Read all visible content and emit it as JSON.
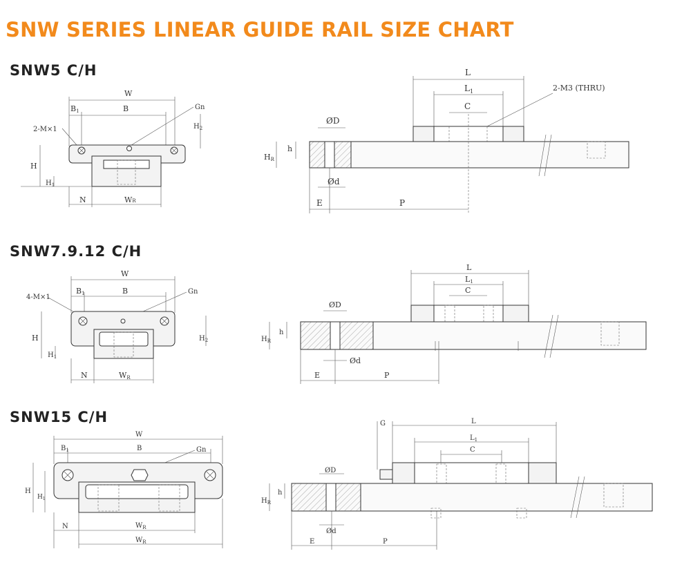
{
  "title": "SNW SERIES LINEAR GUIDE RAIL SIZE CHART",
  "colors": {
    "title": "#f28a1c",
    "line": "#333333"
  },
  "sections": [
    {
      "heading": "SNW5 C/H",
      "front": {
        "W": "W",
        "B": "B",
        "B1": "B",
        "B1_sub": "1",
        "M": "2-M×1",
        "Gn": "Gn",
        "H": "H",
        "H1": "H",
        "H1_sub": "1",
        "H2": "H",
        "H2_sub": "2",
        "N": "N",
        "WR": "W",
        "WR_sub": "R"
      },
      "side": {
        "L": "L",
        "L1": "L",
        "L1_sub": "1",
        "C": "C",
        "M3": "2-M3 (THRU)",
        "D": "ØD",
        "d": "Ød",
        "HR": "H",
        "HR_sub": "R",
        "h": "h",
        "E": "E",
        "P": "P"
      }
    },
    {
      "heading": "SNW7.9.12 C/H",
      "front": {
        "W": "W",
        "B": "B",
        "B1": "B",
        "B1_sub": "1",
        "M": "4-M×1",
        "Gn": "Gn",
        "H": "H",
        "H1": "H",
        "H1_sub": "1",
        "H2": "H",
        "H2_sub": "2",
        "N": "N",
        "WR": "W",
        "WR_sub": "R"
      },
      "side": {
        "L": "L",
        "L1": "L",
        "L1_sub": "1",
        "C": "C",
        "D": "ØD",
        "d": "Ød",
        "HR": "H",
        "HR_sub": "R",
        "h": "h",
        "E": "E",
        "P": "P"
      }
    },
    {
      "heading": "SNW15 C/H",
      "front": {
        "W": "W",
        "B": "B",
        "B1": "B",
        "B1_sub": "1",
        "Gn": "Gn",
        "H": "H",
        "H1": "H",
        "H1_sub": "1",
        "N": "N",
        "WR": "W",
        "WR_sub": "R",
        "WR2": "W",
        "WR2_sub": "R"
      },
      "side": {
        "G": "G",
        "L": "L",
        "L1": "L",
        "L1_sub": "1",
        "C": "C",
        "D": "ØD",
        "d": "Ød",
        "HR": "H",
        "HR_sub": "R",
        "h": "h",
        "E": "E",
        "P": "P"
      }
    }
  ]
}
